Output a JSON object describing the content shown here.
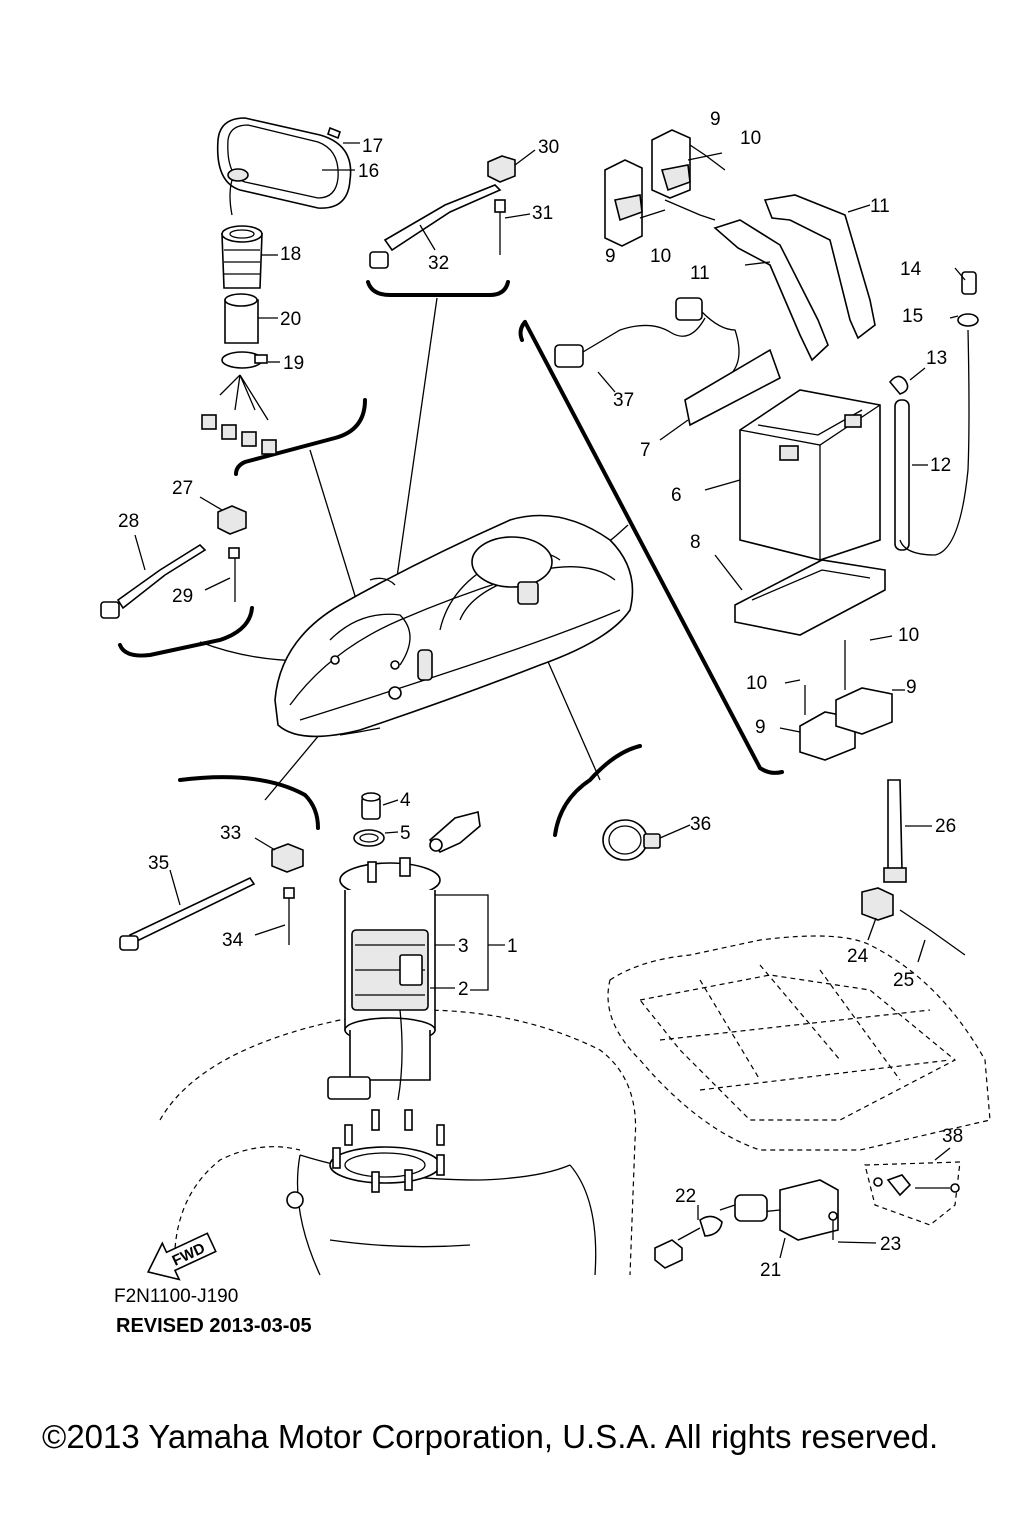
{
  "callouts": {
    "c1": "1",
    "c2": "2",
    "c3": "3",
    "c4": "4",
    "c5": "5",
    "c6": "6",
    "c7": "7",
    "c8": "8",
    "c9a": "9",
    "c9b": "9",
    "c9c": "9",
    "c9d": "9",
    "c10a": "10",
    "c10b": "10",
    "c10c": "10",
    "c10d": "10",
    "c11a": "11",
    "c11b": "11",
    "c12": "12",
    "c13": "13",
    "c14": "14",
    "c15": "15",
    "c16": "16",
    "c17": "17",
    "c18": "18",
    "c19": "19",
    "c20": "20",
    "c21": "21",
    "c22": "22",
    "c23": "23",
    "c24": "24",
    "c25": "25",
    "c26": "26",
    "c27": "27",
    "c28": "28",
    "c29": "29",
    "c30": "30",
    "c31": "31",
    "c32": "32",
    "c33": "33",
    "c34": "34",
    "c35": "35",
    "c36": "36",
    "c37": "37",
    "c38": "38"
  },
  "fwd_label": "FWD",
  "diagram_code": "F2N1100-J190",
  "revised": "REVISED 2013-03-05",
  "copyright": "©2013 Yamaha Motor Corporation, U.S.A. All rights reserved."
}
